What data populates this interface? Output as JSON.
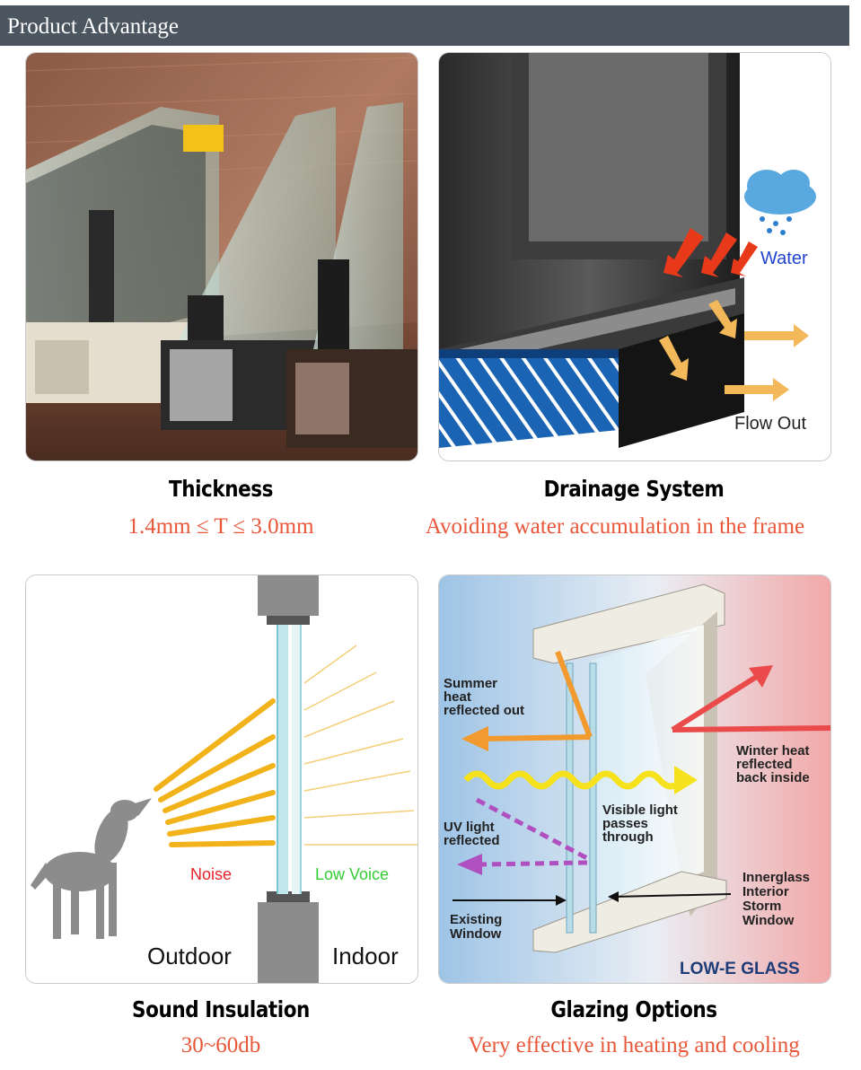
{
  "header": {
    "title": "Product Advantage"
  },
  "features": [
    {
      "title": "Thickness",
      "subtitle": "1.4mm ≤ T ≤ 3.0mm"
    },
    {
      "title": "Drainage System",
      "subtitle": "Avoiding water accumulation in the frame",
      "labels": {
        "water": "Water",
        "flow_out": "Flow Out"
      }
    },
    {
      "title": "Sound Insulation",
      "subtitle": "30~60db",
      "labels": {
        "noise": "Noise",
        "low_voice": "Low Voice",
        "outdoor": "Outdoor",
        "indoor": "Indoor"
      }
    },
    {
      "title": "Glazing Options",
      "subtitle": "Very effective in heating and cooling",
      "labels": {
        "summer_1": "Summer",
        "summer_2": "heat",
        "summer_3": "reflected out",
        "winter_1": "Winter heat",
        "winter_2": "reflected",
        "winter_3": "back inside",
        "visible_1": "Visible light",
        "visible_2": "passes",
        "visible_3": "through",
        "uv_1": "UV light",
        "uv_2": "reflected",
        "existing_1": "Existing",
        "existing_2": "Window",
        "inner_1": "Innerglass",
        "inner_2": "Interior",
        "inner_3": "Storm",
        "inner_4": "Window",
        "lowe": "LOW-E GLASS"
      }
    }
  ],
  "colors": {
    "header_bg": "#4a5560",
    "subtitle": "#e8573a",
    "noise": "#e8242b",
    "low_voice": "#33cc33",
    "water_text": "#2244cc",
    "lowe_text": "#1e3c78"
  }
}
